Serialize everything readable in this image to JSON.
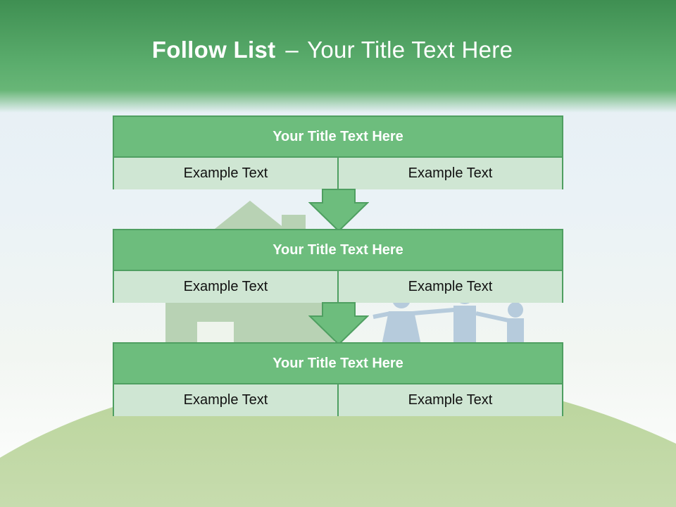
{
  "title": {
    "bold": "Follow List",
    "separator": "–",
    "rest": "Your Title Text Here"
  },
  "boxes": [
    {
      "title": "Your Title Text Here",
      "left": "Example Text",
      "right": "Example Text"
    },
    {
      "title": "Your Title Text Here",
      "left": "Example Text",
      "right": "Example Text"
    },
    {
      "title": "Your Title Text Here",
      "left": "Example Text",
      "right": "Example Text"
    }
  ],
  "colors": {
    "header_green": "#5aac6c",
    "box_title_fill": "#6dbd7d",
    "box_cell_fill": "#cfe6d3",
    "border_green": "#4f9f61"
  }
}
